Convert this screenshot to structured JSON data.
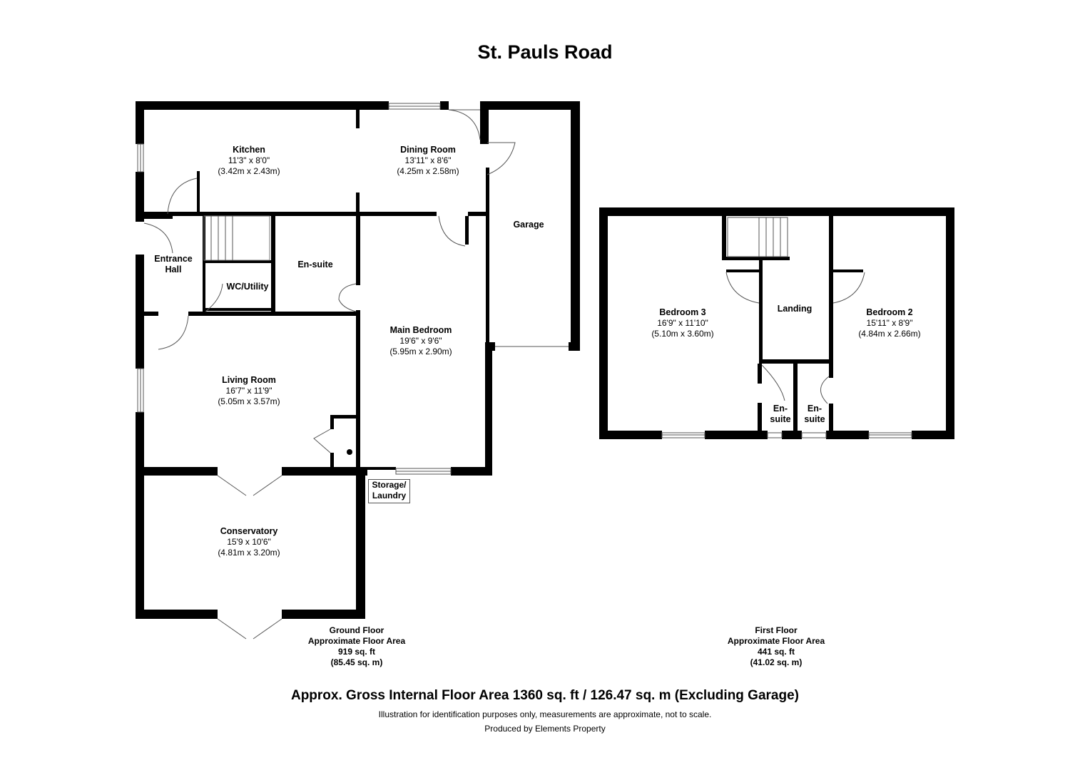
{
  "title": "St. Pauls Road",
  "rooms": {
    "kitchen": {
      "name": "Kitchen",
      "imperial": "11'3\" x 8'0\"",
      "metric": "(3.42m x 2.43m)"
    },
    "dining": {
      "name": "Dining Room",
      "imperial": "13'11\" x 8'6\"",
      "metric": "(4.25m x 2.58m)"
    },
    "garage": {
      "name": "Garage"
    },
    "entrance": {
      "name1": "Entrance",
      "name2": "Hall"
    },
    "ensuite_ground": {
      "name": "En-suite"
    },
    "wc": {
      "name": "WC/Utility"
    },
    "main_bedroom": {
      "name": "Main Bedroom",
      "imperial": "19'6\" x 9'6\"",
      "metric": "(5.95m x 2.90m)"
    },
    "living": {
      "name": "Living Room",
      "imperial": "16'7\" x 11'9\"",
      "metric": "(5.05m x 3.57m)"
    },
    "storage": {
      "name1": "Storage/",
      "name2": "Laundry"
    },
    "conservatory": {
      "name": "Conservatory",
      "imperial": "15'9 x 10'6\"",
      "metric": "(4.81m x 3.20m)"
    },
    "bedroom3": {
      "name": "Bedroom 3",
      "imperial": "16'9\" x 11'10\"",
      "metric": "(5.10m x 3.60m)"
    },
    "landing": {
      "name": "Landing"
    },
    "bedroom2": {
      "name": "Bedroom 2",
      "imperial": "15'11\" x 8'9\"",
      "metric": "(4.84m x 2.66m)"
    },
    "ensuite_a": {
      "name1": "En-",
      "name2": "suite"
    },
    "ensuite_b": {
      "name1": "En-",
      "name2": "suite"
    }
  },
  "ground_floor": {
    "line1": "Ground Floor",
    "line2": "Approximate Floor Area",
    "line3": "919 sq. ft",
    "line4": "(85.45 sq. m)"
  },
  "first_floor": {
    "line1": "First Floor",
    "line2": "Approximate Floor Area",
    "line3": "441 sq. ft",
    "line4": "(41.02 sq. m)"
  },
  "gross_area": "Approx. Gross Internal Floor Area 1360 sq. ft / 126.47 sq. m (Excluding Garage)",
  "disclaimer": "Illustration for identification purposes only, measurements are approximate, not to scale.",
  "producer": "Produced by Elements Property"
}
